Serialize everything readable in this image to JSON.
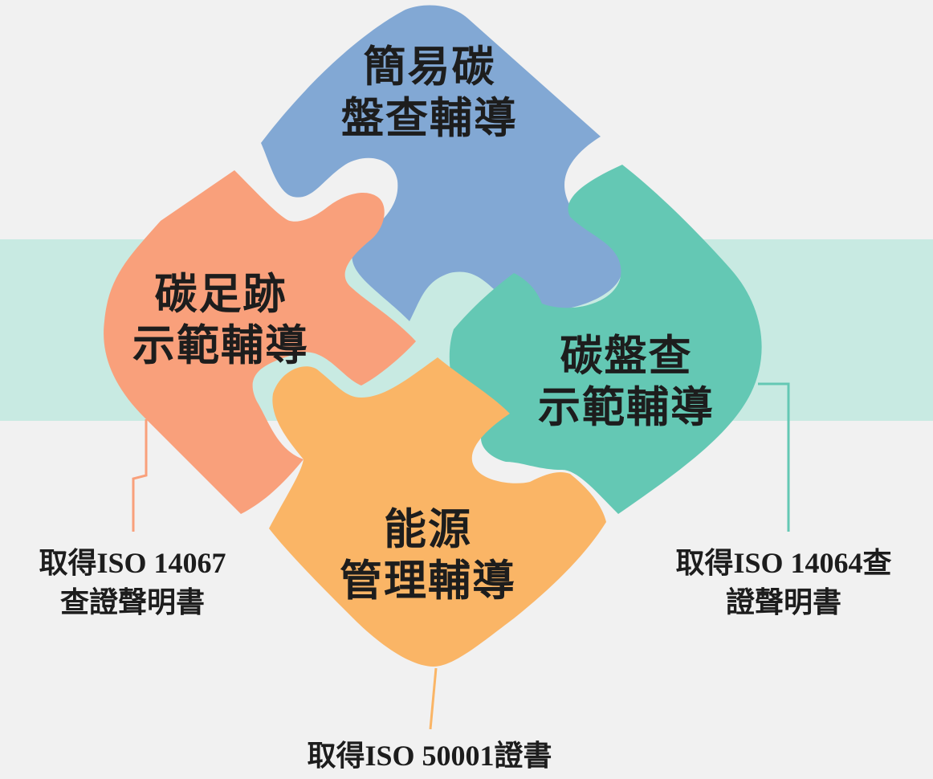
{
  "pieces": {
    "top": {
      "line1": "簡易碳",
      "line2": "盤查輔導",
      "color": "#82a8d4"
    },
    "left": {
      "line1": "碳足跡",
      "line2": "示範輔導",
      "color": "#f9a07b"
    },
    "right": {
      "line1": "碳盤查",
      "line2": "示範輔導",
      "color": "#64c8b4"
    },
    "bottom": {
      "line1": "能源",
      "line2": "管理輔導",
      "color": "#fab566"
    }
  },
  "band_color": "#c8eae2",
  "certs": {
    "left": {
      "line1": "取得ISO 14067",
      "line2": "查證聲明書"
    },
    "right": {
      "line1": "取得ISO 14064查",
      "line2": "證聲明書"
    },
    "bottom": {
      "line1": "取得ISO 50001證書"
    }
  }
}
